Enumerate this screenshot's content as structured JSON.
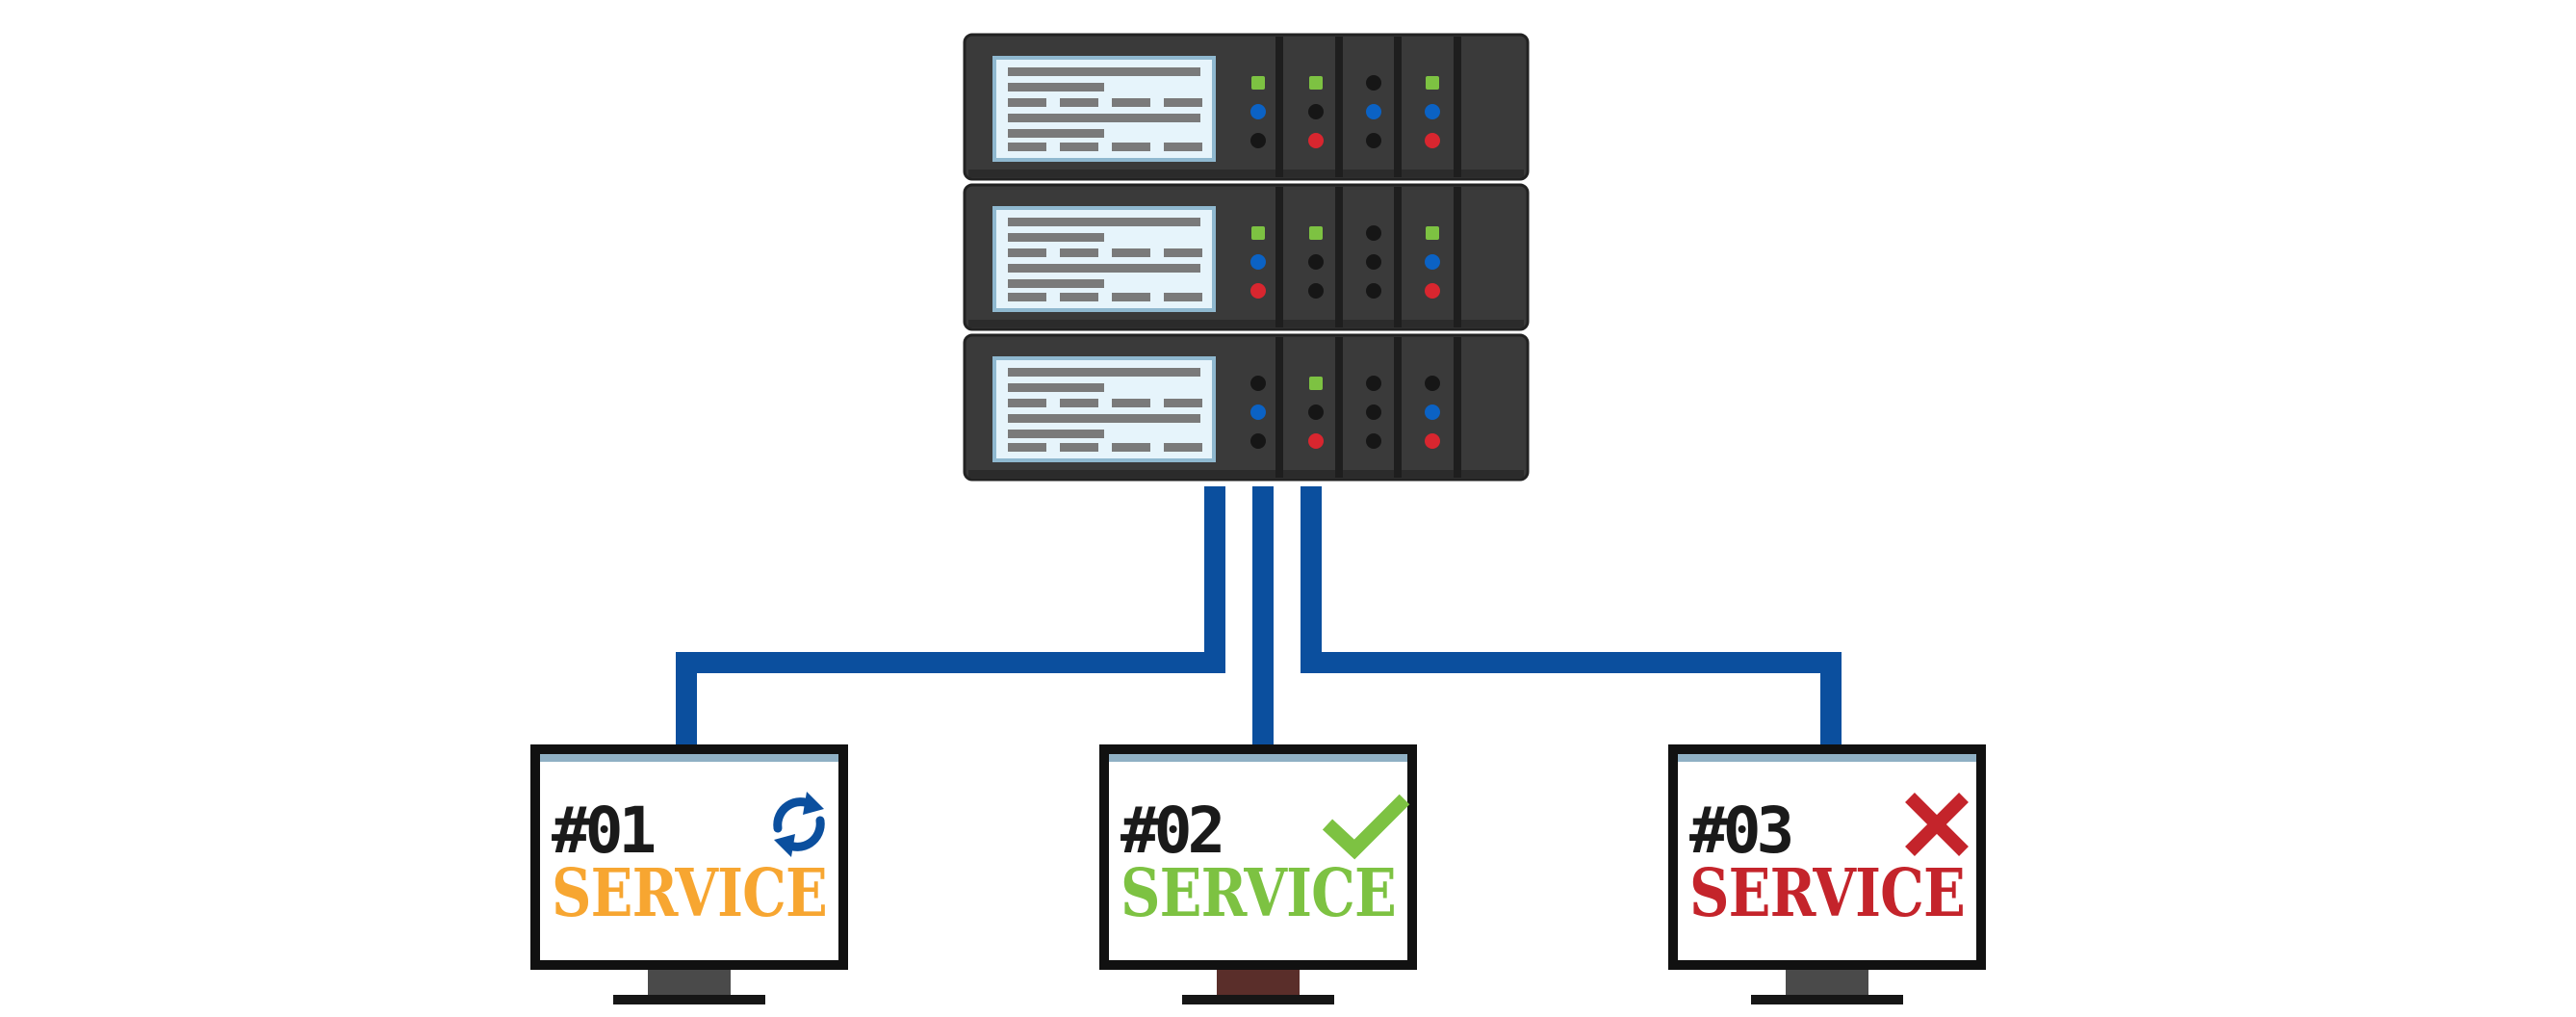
{
  "colors": {
    "rack_body": "#3a3a3a",
    "rack_edge": "#222222",
    "screen": "#e6f4fb",
    "screen_border": "#8fb8cf",
    "cable": "#0b4f9e",
    "led_green": "#7dc242",
    "led_blue": "#0b62c4",
    "led_red": "#d8262f",
    "led_off": "#161616"
  },
  "server": {
    "units": [
      {
        "leds": [
          [
            "green",
            "blue",
            "off"
          ],
          [
            "green",
            "off",
            "red"
          ],
          [
            "off",
            "blue",
            "off"
          ],
          [
            "green",
            "blue",
            "red"
          ]
        ]
      },
      {
        "leds": [
          [
            "green",
            "blue",
            "red"
          ],
          [
            "green",
            "off",
            "off"
          ],
          [
            "off",
            "off",
            "off"
          ],
          [
            "green",
            "blue",
            "red"
          ]
        ]
      },
      {
        "leds": [
          [
            "off",
            "blue",
            "off"
          ],
          [
            "green",
            "off",
            "red"
          ],
          [
            "off",
            "off",
            "off"
          ],
          [
            "off",
            "blue",
            "red"
          ]
        ]
      }
    ]
  },
  "services": [
    {
      "number": "#01",
      "label": "SERVICE",
      "color": "#f7a631",
      "status_icon": "sync-icon",
      "icon_color": "#0b4f9e",
      "stand_color": "#4a4a4a"
    },
    {
      "number": "#02",
      "label": "SERVICE",
      "color": "#7dc242",
      "status_icon": "check-icon",
      "icon_color": "#7dc242",
      "stand_color": "#5a2e2a"
    },
    {
      "number": "#03",
      "label": "SERVICE",
      "color": "#c4242b",
      "status_icon": "cross-icon",
      "icon_color": "#c4242b",
      "stand_color": "#4a4a4a"
    }
  ]
}
